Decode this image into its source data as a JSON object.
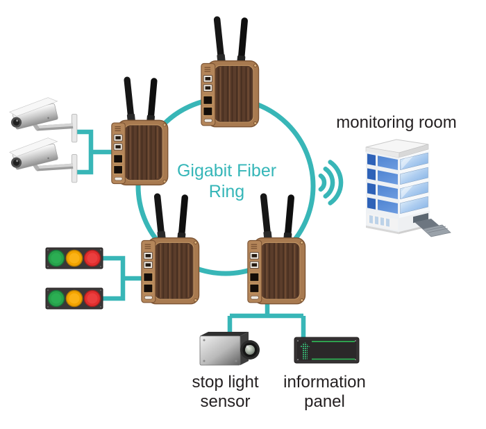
{
  "diagram": {
    "ring": {
      "label_line1": "Gigabit Fiber",
      "label_line2": "Ring"
    },
    "labels": {
      "monitoring_room": "monitoring room",
      "stop_light_sensor_line1": "stop light",
      "stop_light_sensor_line2": "sensor",
      "information_panel_line1": "information",
      "information_panel_line2": "panel"
    },
    "icons": [
      "fiber-ring-icon",
      "wireless-router-icon",
      "cctv-camera-icon",
      "traffic-light-icon",
      "stop-light-sensor-camera-icon",
      "information-panel-icon",
      "wireless-signal-icon",
      "office-building-icon",
      "cable-connector-icon"
    ],
    "colors": {
      "accent_teal": "#38b6b7",
      "label_text": "#231f20",
      "router_frame_brown": "#a87a50",
      "router_face_wood": "#5b3d2b",
      "antenna_black": "#161616",
      "traffic_green": "#27a24b",
      "traffic_amber": "#f2a300",
      "traffic_red": "#e12f2f",
      "panel_led_green": "#35a86c",
      "building_window_blue": "#5e92d8"
    }
  }
}
